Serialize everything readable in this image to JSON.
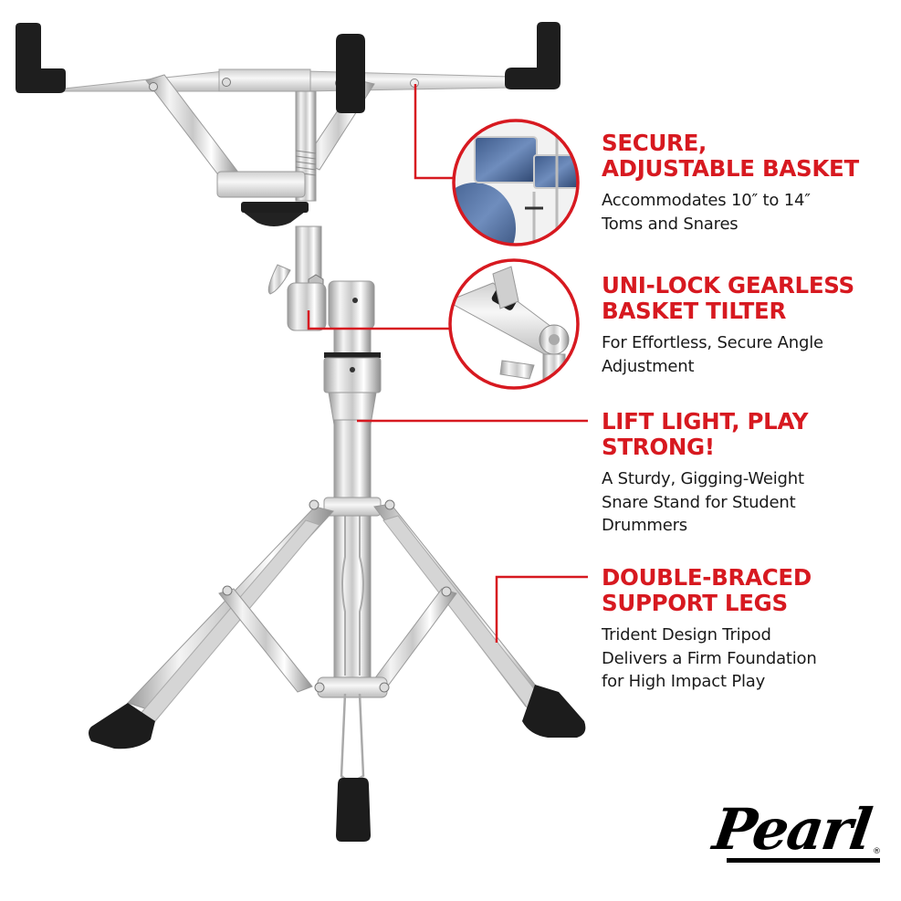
{
  "brand": {
    "logo_text": "Pearl",
    "registered_mark": "®"
  },
  "colors": {
    "accent_red": "#d71920",
    "heading_red": "#d71920",
    "body_text": "#1a1a1a",
    "rubber_black": "#1c1c1c",
    "chrome": "#e4e4e4",
    "background": "#ffffff"
  },
  "product": {
    "name": "Snare Stand",
    "image_alt": "Chrome double-braced snare drum stand with adjustable basket"
  },
  "features": [
    {
      "heading_lines": [
        "SECURE,",
        "ADJUSTABLE BASKET"
      ],
      "body_lines": [
        "Accommodates 10″ to 14″",
        "Toms and Snares"
      ],
      "callout": "drum-kit-inset"
    },
    {
      "heading_lines": [
        "UNI-LOCK GEARLESS",
        "BASKET TILTER"
      ],
      "body_lines": [
        "For Effortless, Secure Angle",
        "Adjustment"
      ],
      "callout": "tilter-closeup-inset"
    },
    {
      "heading_lines": [
        "LIFT LIGHT, PLAY",
        "STRONG!"
      ],
      "body_lines": [
        "A Sturdy, Gigging-Weight",
        "Snare Stand for Student",
        "Drummers"
      ],
      "callout": null
    },
    {
      "heading_lines": [
        "DOUBLE-BRACED",
        "SUPPORT LEGS"
      ],
      "body_lines": [
        "Trident Design Tripod",
        "Delivers a Firm Foundation",
        "for High Impact Play"
      ],
      "callout": null
    }
  ]
}
